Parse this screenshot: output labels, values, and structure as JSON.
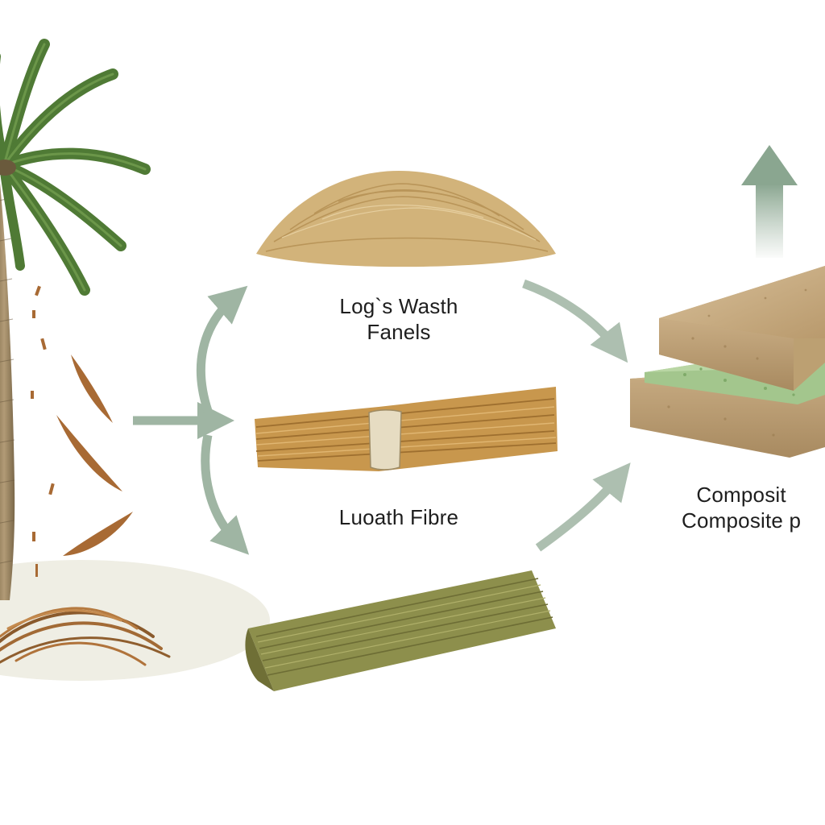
{
  "labels": {
    "wash_line1": "Log`s Wasth",
    "wash_line2": "Fanels",
    "fibre": "Luoath Fibre",
    "composite_line1": "Composit",
    "composite_line2": "Composite p"
  },
  "colors": {
    "arrow": "#9fb5a3",
    "palm_leaf": "#4f7a35",
    "trunk": "#a08a66",
    "fiber_light": "#d2b37a",
    "bundle": "#c8974d",
    "green_bundle": "#8d8f4c",
    "board": "#c3a77e",
    "board_green": "#a3c68d"
  },
  "icons": [
    "palm-tree-icon",
    "fiber-pile-icon",
    "fiber-bundle-icon",
    "green-fiber-bundle-icon",
    "composite-board-icon",
    "up-arrow-icon"
  ]
}
